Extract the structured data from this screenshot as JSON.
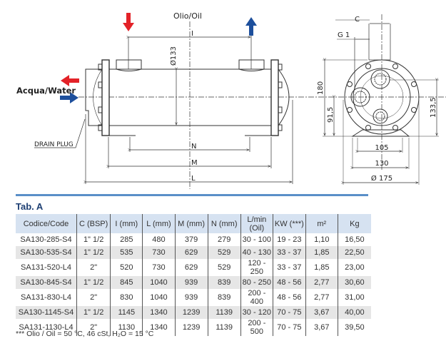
{
  "drawing": {
    "oil_label": "Olio/Oil",
    "water_label": "Acqua/Water",
    "drain_plug_label": "DRAIN PLUG",
    "dim_i": "I",
    "dim_n": "N",
    "dim_m": "M",
    "dim_l": "L",
    "dim_diameter_133": "Ø133",
    "dim_c": "C",
    "dim_g1": "G 1",
    "dim_180": "180",
    "dim_91_5": "91,5",
    "dim_133_5": "133,5",
    "dim_105": "105",
    "dim_130": "130",
    "dim_175": "Ø 175",
    "colors": {
      "inlet": "#e32228",
      "outlet": "#1d4f9c"
    }
  },
  "table": {
    "title": "Tab. A",
    "headers": [
      "Codice/Code",
      "C (BSP)",
      "I (mm)",
      "L (mm)",
      "M (mm)",
      "N (mm)",
      "L/min (Oil)",
      "KW (***)",
      "m²",
      "Kg"
    ],
    "rows": [
      [
        "SA130-285-S4",
        "1\" 1/2",
        "285",
        "480",
        "379",
        "279",
        "30 - 100",
        "19 - 23",
        "1,10",
        "16,50"
      ],
      [
        "SA130-535-S4",
        "1\" 1/2",
        "535",
        "730",
        "629",
        "529",
        "40 - 130",
        "33 - 37",
        "1,85",
        "22,50"
      ],
      [
        "SA131-520-L4",
        "2\"",
        "520",
        "730",
        "629",
        "529",
        "120 - 250",
        "33 - 37",
        "1,85",
        "23,00"
      ],
      [
        "SA130-845-S4",
        "1\" 1/2",
        "845",
        "1040",
        "939",
        "839",
        "80 - 250",
        "48 - 56",
        "2,77",
        "30,60"
      ],
      [
        "SA131-830-L4",
        "2\"",
        "830",
        "1040",
        "939",
        "839",
        "200 - 400",
        "48 - 56",
        "2,77",
        "31,00"
      ],
      [
        "SA130-1145-S4",
        "1\" 1/2",
        "1145",
        "1340",
        "1239",
        "1139",
        "30 - 120",
        "70 - 75",
        "3,67",
        "40,00"
      ],
      [
        "SA131-1130-L4",
        "2\"",
        "1130",
        "1340",
        "1239",
        "1139",
        "200 - 500",
        "70 - 75",
        "3,67",
        "39,50"
      ]
    ],
    "footnote": "*** Olio / Oil = 50 °C, 46 cSt, H₂O = 15 °C"
  }
}
